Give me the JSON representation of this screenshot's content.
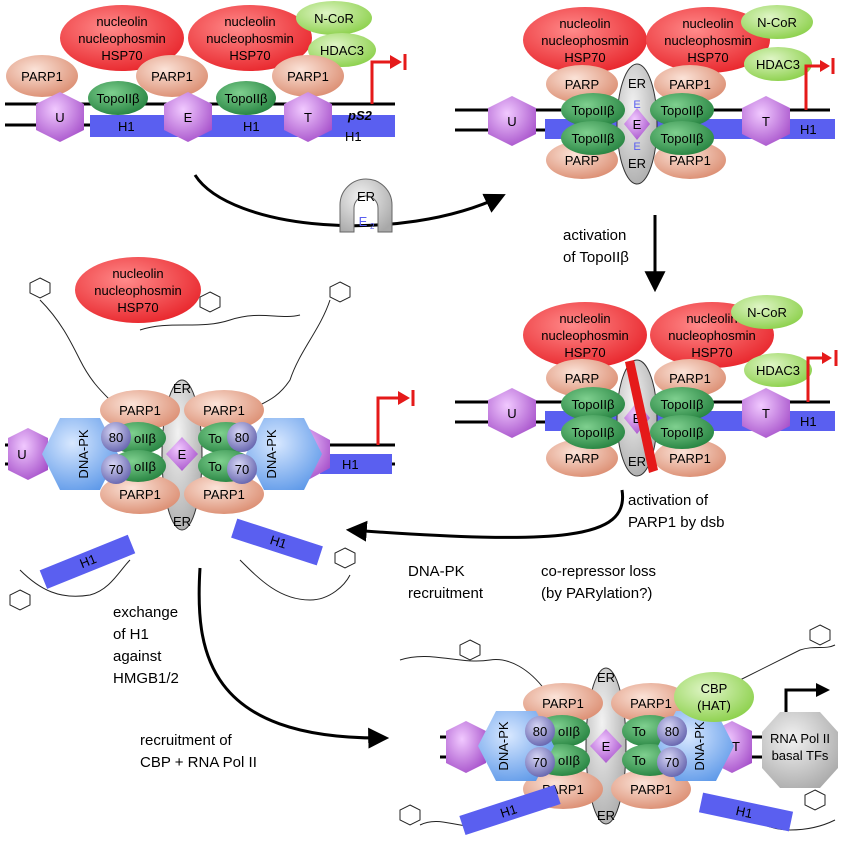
{
  "labels": {
    "nucleolin": "nucleolin",
    "nucleophosmin": "nucleophosmin",
    "hsp70": "HSP70",
    "ncor": "N-CoR",
    "hdac3": "HDAC3",
    "parp1": "PARP1",
    "parp": "PARP",
    "topo": "TopoIIβ",
    "topo_short": "oIIβ",
    "to": "To",
    "u": "U",
    "e": "E",
    "t": "T",
    "h1": "H1",
    "ps2": "pS2",
    "er": "ER",
    "e2": "E",
    "e2_sub": "2",
    "dnapk": "DNA-PK",
    "k80": "80",
    "k70": "70",
    "cbp": "CBP",
    "hat": "(HAT)",
    "rnapol": "RNA Pol II",
    "basal": "basal TFs"
  },
  "captions": {
    "activation_topo_1": "activation",
    "activation_topo_2": "of TopoIIβ",
    "activation_parp_1": "activation of",
    "activation_parp_2": "PARP1 by dsb",
    "dnapk_1": "DNA-PK",
    "dnapk_2": "recruitment",
    "corep_1": "co-repressor loss",
    "corep_2": "(by PARylation?)",
    "exchange_1": "exchange",
    "exchange_2": "of H1",
    "exchange_3": "against",
    "exchange_4": "HMGB1/2",
    "recruit_1": "recruitment of",
    "recruit_2": "CBP + RNA Pol II"
  },
  "colors": {
    "red_complex": "#e8252b",
    "green_corep": "#8bd04a",
    "parp": "#d9876a",
    "topo": "#2f9a4c",
    "hexagon": "#b866d6",
    "h1_bar": "#5a5ff0",
    "er": "#b0b0b0",
    "dnapk": "#6fa8ef",
    "ku": "#6a69b5",
    "pol": "#bdbdbd",
    "repress": "#e51a1a"
  }
}
